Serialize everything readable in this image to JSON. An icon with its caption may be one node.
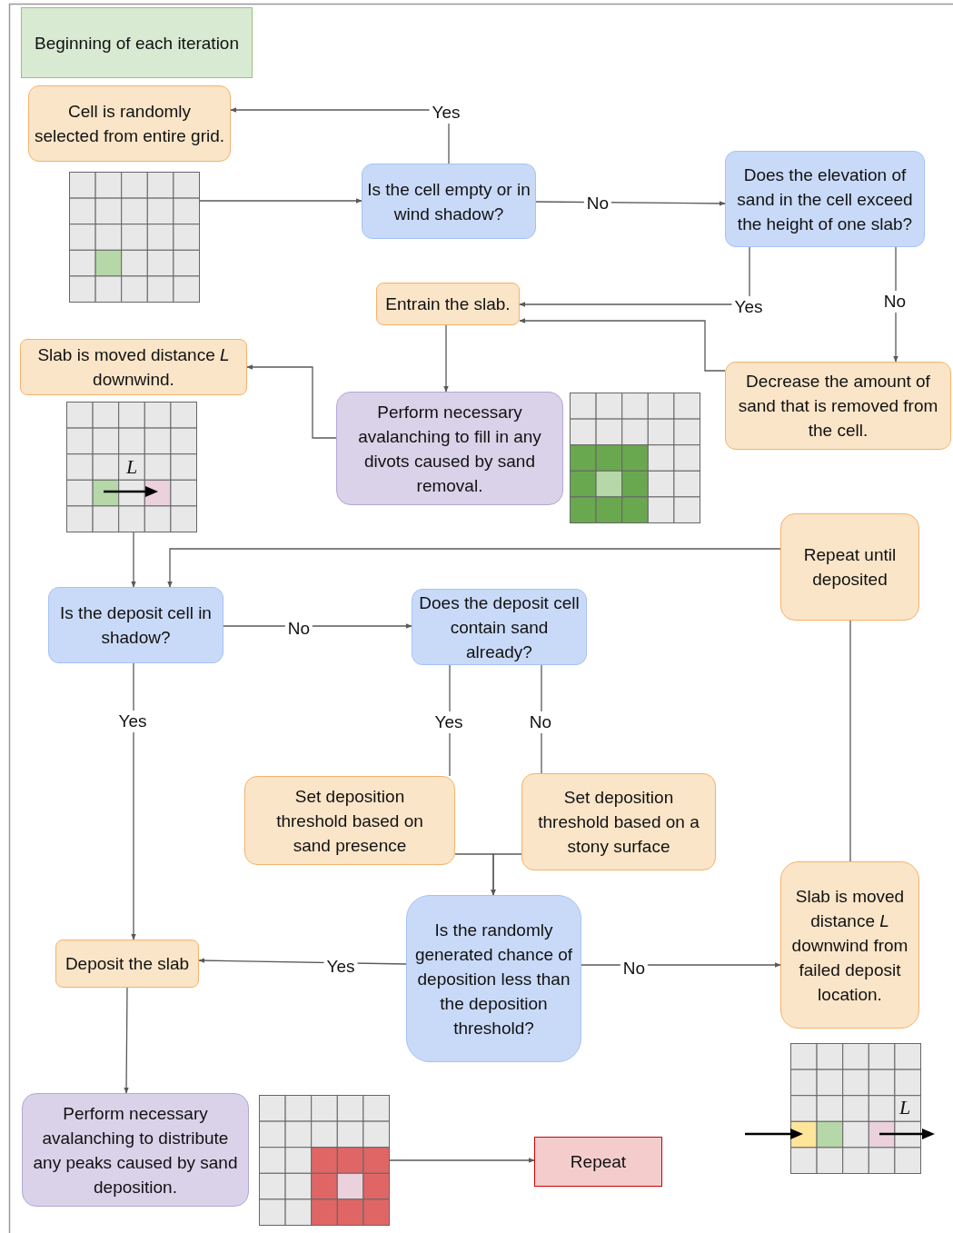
{
  "diagram": {
    "nodes": [
      {
        "text": [
          "Beginning of each iteration"
        ]
      },
      {
        "text": [
          "Cell is randomly selected from entire grid."
        ]
      },
      {
        "text": [],
        "shape": "grid"
      },
      {
        "text": [
          "Is the cell empty or in wind shadow?"
        ]
      },
      {
        "text": [
          "Does the elevation of sand in the cell exceed the height of one slab?"
        ]
      },
      {
        "text": [
          "Entrain the slab."
        ]
      },
      {
        "text": [
          "Decrease the amount of sand that is removed from the cell."
        ]
      },
      {
        "text": [
          "Slab is moved distance *L* downwind."
        ]
      },
      {
        "text": [
          "L"
        ]
      },
      {
        "text": [
          "Perform necessary avalanching to fill in any divots caused by sand removal."
        ]
      },
      {
        "text": [
          "Repeat until deposited"
        ]
      },
      {
        "text": [
          "Is the deposit cell in shadow?"
        ]
      },
      {
        "text": [
          "Does the deposit cell contain sand already?"
        ]
      },
      {
        "text": [
          "Set deposition threshold based on sand presence"
        ]
      },
      {
        "text": [
          "Set deposition threshold based on a stony surface"
        ]
      },
      {
        "text": [
          "Is the randomly generated chance of deposition less than the deposition threshold?"
        ]
      },
      {
        "text": [
          "Deposit the slab"
        ]
      },
      {
        "text": [
          "Slab is moved distance *L* downwind from failed deposit location."
        ]
      },
      {
        "text": [
          "Perform necessary avalanching to distribute any peaks caused by sand deposition."
        ]
      },
      {
        "text": [],
        "shape": "grid"
      },
      {
        "text": [
          "Repeat"
        ]
      }
    ],
    "edges": [
      {
        "from": 3,
        "to": 1,
        "arrow": "to",
        "label": "Yes"
      },
      {
        "from": 2,
        "to": 3,
        "arrow": "to"
      },
      {
        "from": 3,
        "to": 4,
        "arrow": "to",
        "label": "No"
      },
      {
        "from": 4,
        "to": 5,
        "arrow": "to",
        "label": "Yes"
      },
      {
        "from": 4,
        "to": 6,
        "arrow": "to",
        "label": "No"
      },
      {
        "from": 6,
        "to": 5,
        "arrow": "to"
      },
      {
        "from": 5,
        "to": 9,
        "arrow": "to"
      },
      {
        "from": 9,
        "to": 7,
        "arrow": "to"
      },
      {
        "from": 8,
        "to": 11,
        "arrow": "to"
      },
      {
        "from": 10,
        "to": 11,
        "arrow": "to"
      },
      {
        "from": 11,
        "to": 12,
        "arrow": "to",
        "label": "No"
      },
      {
        "from": 11,
        "to": 16,
        "arrow": "to",
        "label": "Yes"
      },
      {
        "from": 12,
        "to": 13,
        "arrow": "none",
        "label": "Yes"
      },
      {
        "from": 12,
        "to": 14,
        "arrow": "none",
        "label": "No"
      },
      {
        "from": 13,
        "to": 15,
        "arrow": "to"
      },
      {
        "from": 14,
        "to": 15,
        "arrow": "to"
      },
      {
        "from": 15,
        "to": 16,
        "arrow": "to",
        "label": "Yes"
      },
      {
        "from": 15,
        "to": 17,
        "arrow": "to",
        "label": "No"
      },
      {
        "from": 17,
        "to": 10,
        "arrow": "none"
      },
      {
        "from": 16,
        "to": 18,
        "arrow": "to"
      },
      {
        "from": 19,
        "to": 20,
        "arrow": "to"
      }
    ],
    "labels": [
      "L"
    ]
  }
}
